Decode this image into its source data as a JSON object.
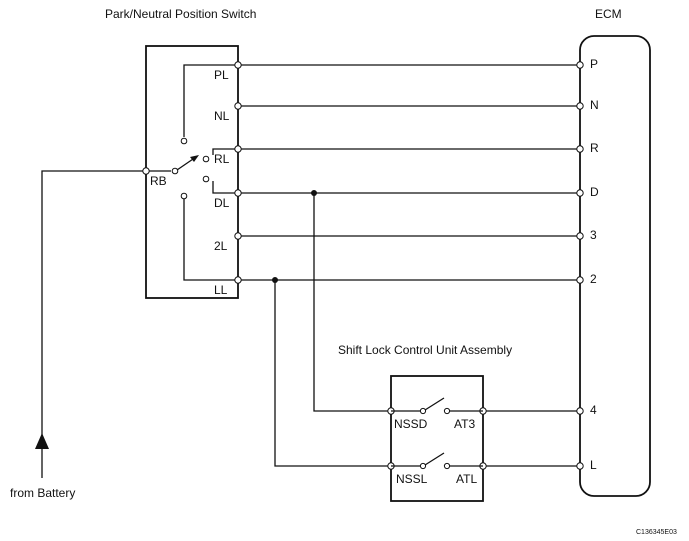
{
  "titles": {
    "pnp_switch": "Park/Neutral Position Switch",
    "ecm": "ECM",
    "shift_lock": "Shift Lock Control Unit Assembly",
    "battery": "from Battery",
    "figure_code": "C136345E03"
  },
  "switch_terminals": {
    "rb": "RB",
    "pl": "PL",
    "nl": "NL",
    "rl": "RL",
    "dl": "DL",
    "l2": "2L",
    "ll": "LL"
  },
  "ecm_pins": {
    "p": "P",
    "n": "N",
    "r": "R",
    "d": "D",
    "p3": "3",
    "p2": "2",
    "p4": "4",
    "l": "L"
  },
  "shift_lock_terminals": {
    "nssd": "NSSD",
    "at3": "AT3",
    "nssl": "NSSL",
    "atl": "ATL"
  }
}
